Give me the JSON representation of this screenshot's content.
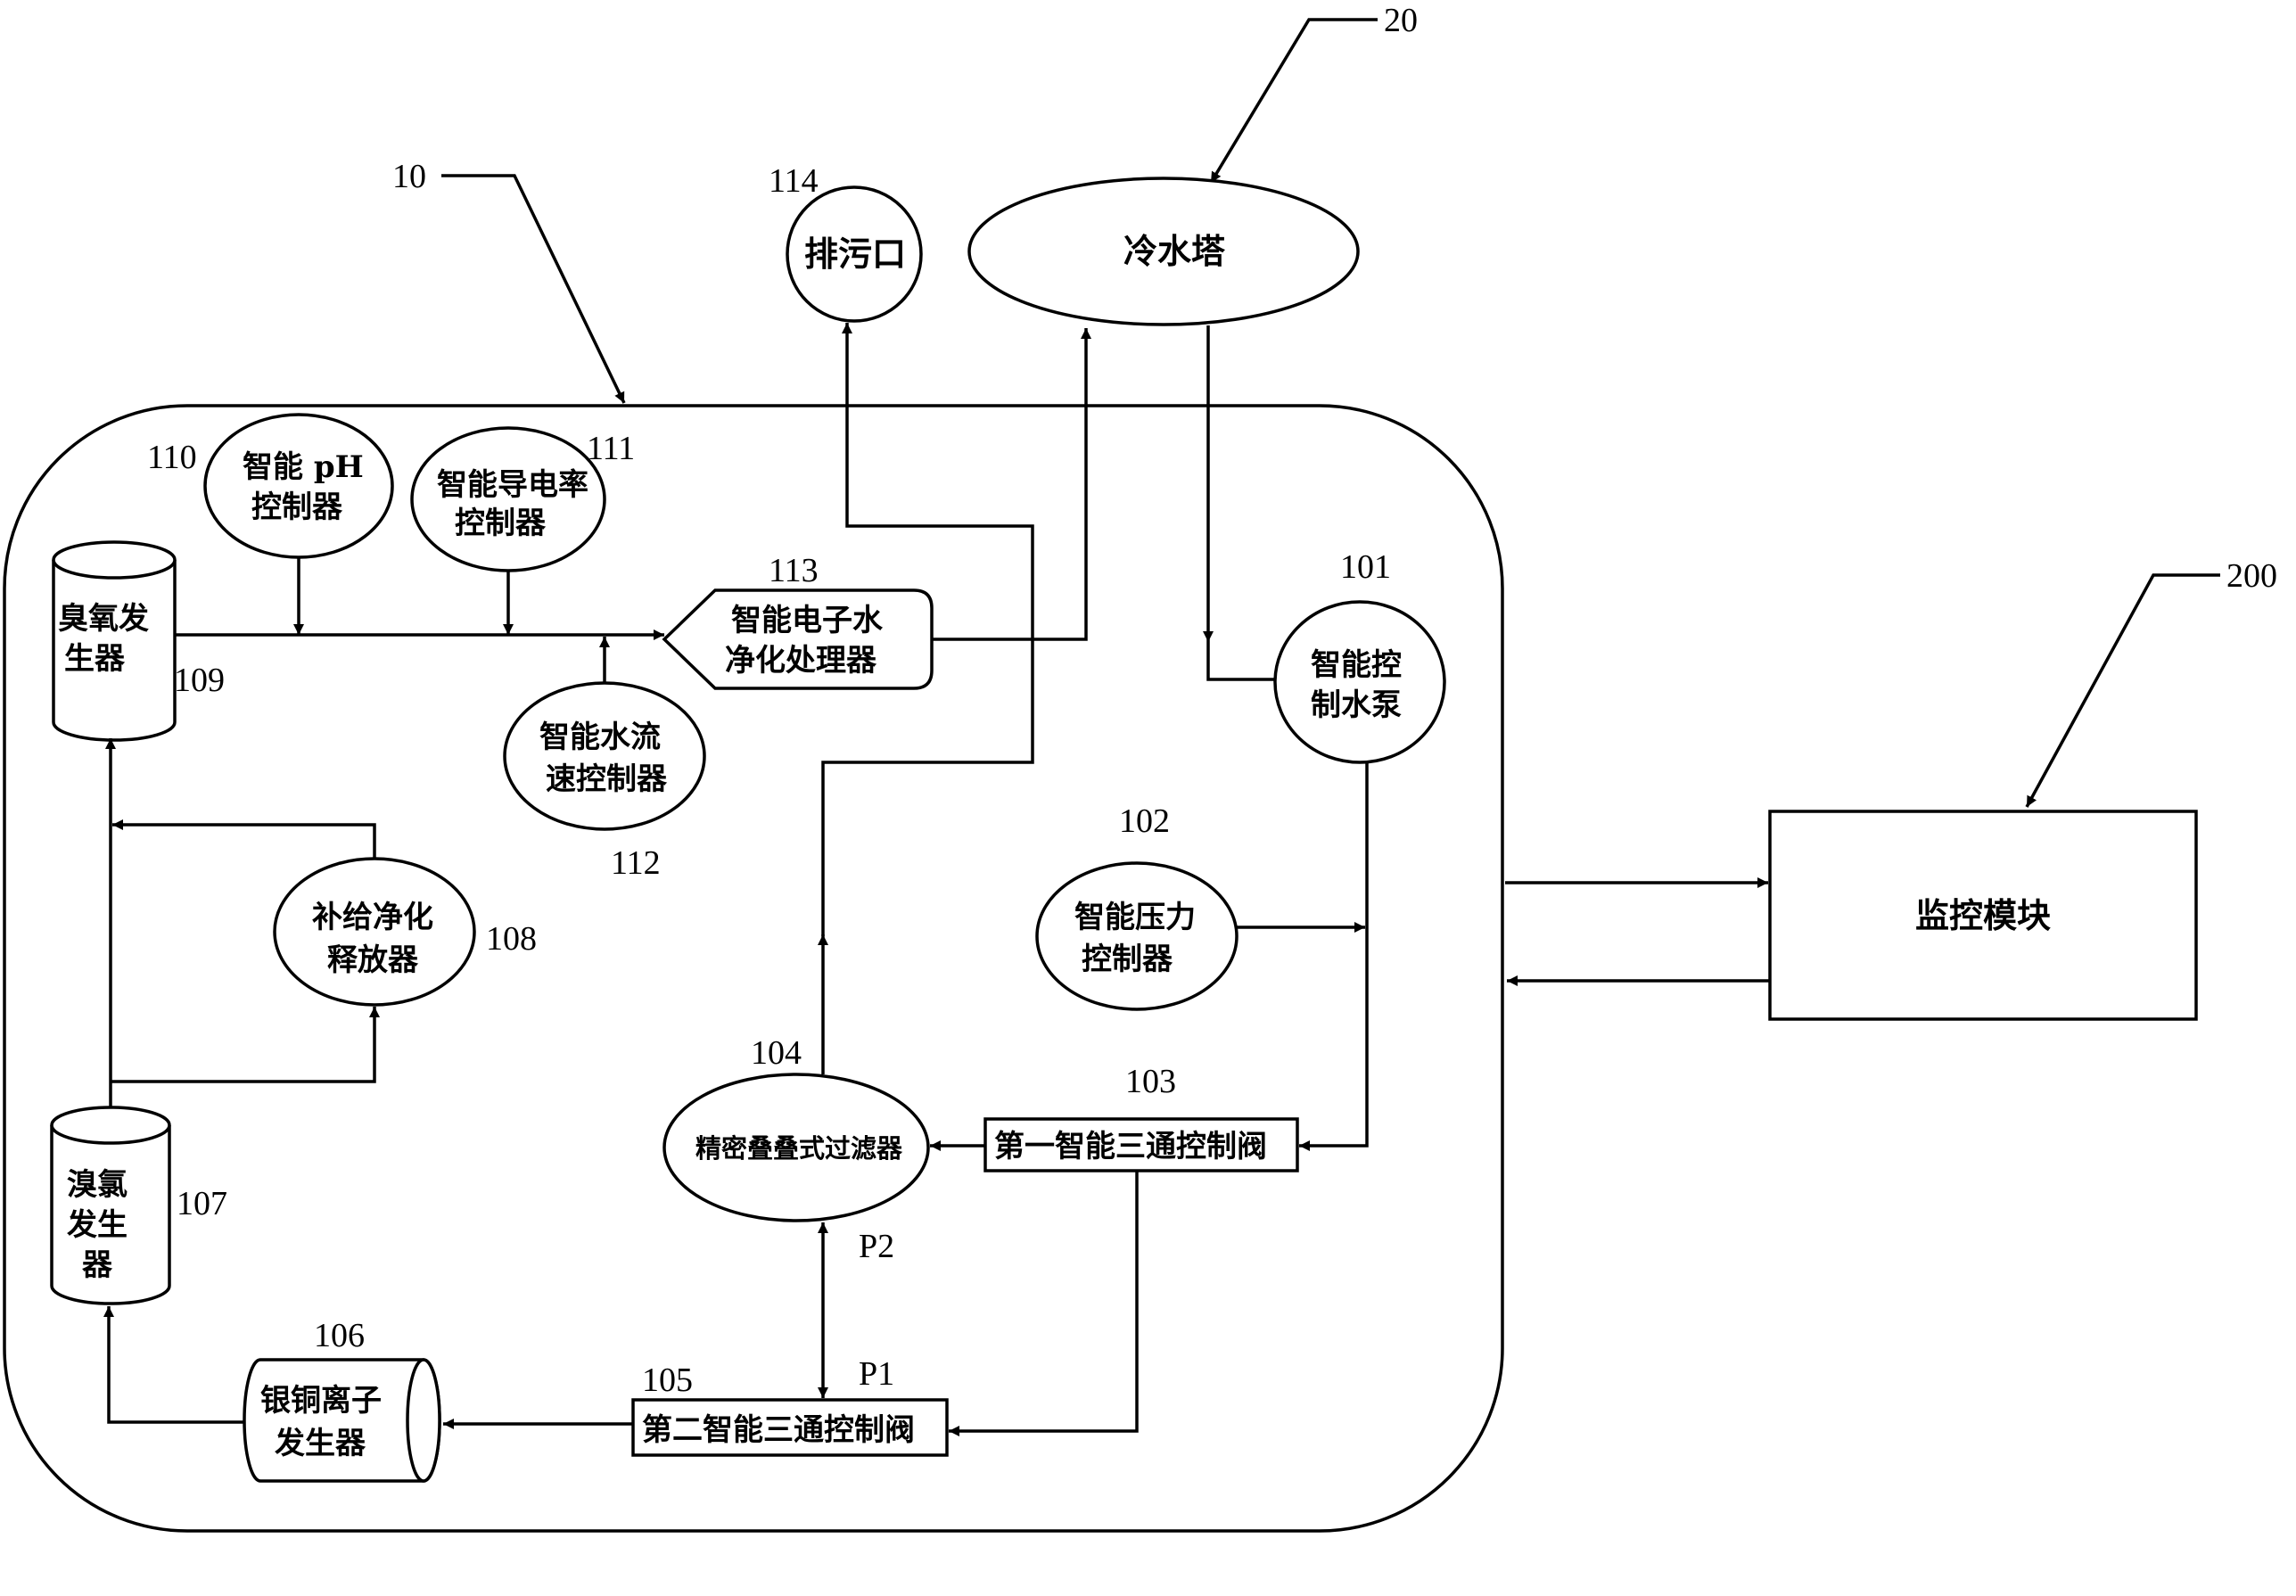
{
  "ref_labels": {
    "group_10": "10",
    "cooling_tower_20": "20",
    "monitor_200": "200",
    "n101": "101",
    "n102": "102",
    "n103": "103",
    "n104": "104",
    "n105": "105",
    "n106": "106",
    "n107": "107",
    "n108": "108",
    "n109": "109",
    "n110": "110",
    "n111": "111",
    "n112": "112",
    "n113": "113",
    "n114": "114"
  },
  "ports": {
    "p1": "P1",
    "p2": "P2"
  },
  "nodes": {
    "cooling_tower": "冷水塔",
    "sewage_outlet": "排污口",
    "monitor_module": "监控模块",
    "ph_controller": [
      "智能 pH",
      "控制器"
    ],
    "conductivity_controller": [
      "智能导电率",
      "控制器"
    ],
    "ozone_generator": [
      "臭氧发",
      "生器"
    ],
    "electronic_water_processor": [
      "智能电子水",
      "净化处理器"
    ],
    "flow_rate_controller": [
      "智能水流",
      "速控制器"
    ],
    "water_pump": [
      "智能控",
      "制水泵"
    ],
    "pressure_controller": [
      "智能压力",
      "控制器"
    ],
    "supply_release": [
      "补给净化",
      "释放器"
    ],
    "bromine_generator": [
      "溴氯",
      "发生",
      "器"
    ],
    "stacked_filter": "精密叠叠式过滤器",
    "first_valve": "第一智能三通控制阀",
    "second_valve": "第二智能三通控制阀",
    "silver_copper_generator": [
      "银铜离子",
      "发生器"
    ]
  }
}
